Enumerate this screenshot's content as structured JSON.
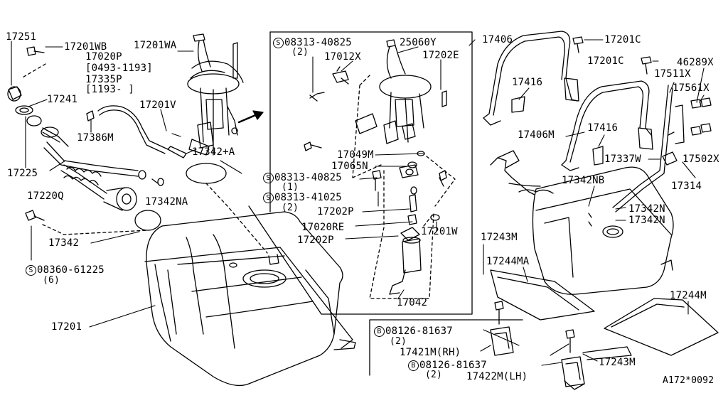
{
  "labels": {
    "p17251": "17251",
    "p17201WB": "17201WB",
    "p17201WA": "17201WA",
    "p17020P": "17020P",
    "d0493_1193": "[0493-1193]",
    "p17335P": "17335P",
    "d1193": "[1193-     ]",
    "p17241": "17241",
    "p17201V": "17201V",
    "p17386M": "17386M",
    "p17342A": "17342+A",
    "p17225": "17225",
    "p17220Q": "17220Q",
    "p17342NA": "17342NA",
    "p17342": "17342",
    "b08360_61225": "08360-61225",
    "q6": "(6)",
    "p17201": "17201",
    "s08313_40825a": "08313-40825",
    "q2a": "(2)",
    "p25060Y": "25060Y",
    "p17012X": "17012X",
    "p17202E": "17202E",
    "p17049M": "17049M",
    "p17065N": "17065N",
    "s08313_40825b": "08313-40825",
    "q1": "(1)",
    "s08313_41025": "08313-41025",
    "q2b": "(2)",
    "p17202P_a": "17202P",
    "p17020RE": "17020RE",
    "p17201W": "17201W",
    "p17202P_b": "17202P",
    "p17042": "17042",
    "p17406": "17406",
    "p17201C_a": "17201C",
    "p17201C_b": "17201C",
    "p46289X": "46289X",
    "p17416_a": "17416",
    "p17511X": "17511X",
    "p17561X": "17561X",
    "p17406M": "17406M",
    "p17416_b": "17416",
    "p17337W": "17337W",
    "p17502X": "17502X",
    "p17342NB": "17342NB",
    "p17314": "17314",
    "p17342N_a": "17342N",
    "p17342N_b": "17342N",
    "p17243M_a": "17243M",
    "p17244MA": "17244MA",
    "p17244M": "17244M",
    "b08126_81637a": "08126-81637",
    "q2c": "(2)",
    "p17421M": "17421M(RH)",
    "b08126_81637b": "08126-81637",
    "q2d": "(2)",
    "p17422M": "17422M(LH)",
    "p17243M_b": "17243M",
    "diagram_ref": "A172*0092"
  },
  "symbols": {
    "S": "S",
    "B": "B"
  }
}
